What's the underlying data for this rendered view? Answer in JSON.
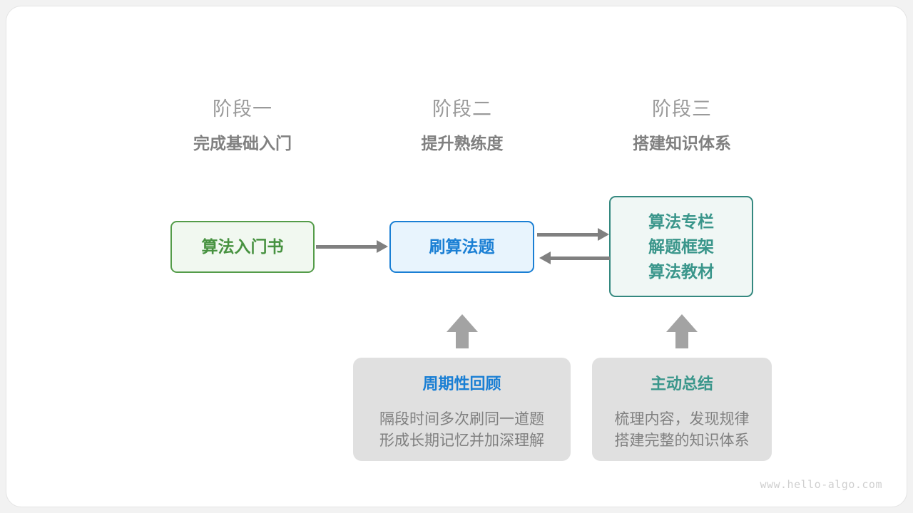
{
  "stages": [
    {
      "index": "阶段一",
      "title": "完成基础入门"
    },
    {
      "index": "阶段二",
      "title": "提升熟练度"
    },
    {
      "index": "阶段三",
      "title": "搭建知识体系"
    }
  ],
  "nodes": {
    "book": {
      "label": "算法入门书"
    },
    "practice": {
      "label": "刷算法题"
    },
    "resources": {
      "lines": [
        "算法专栏",
        "解题框架",
        "算法教材"
      ]
    }
  },
  "notes": [
    {
      "title": "周期性回顾",
      "line1": "隔段时间多次刷同一道题",
      "line2": "形成长期记忆并加深理解"
    },
    {
      "title": "主动总结",
      "line1": "梳理内容，发现规律",
      "line2": "搭建完整的知识体系"
    }
  ],
  "watermark": "www.hello-algo.com",
  "colors": {
    "green": "#479240",
    "green_border": "#549c49",
    "green_fill": "#f1f8f0",
    "blue": "#1a7fd4",
    "blue_fill": "#e8f4fd",
    "teal": "#3a968b",
    "teal_border": "#34887f",
    "teal_fill": "#f0f7f5",
    "arrow_gray": "#808080",
    "block_arrow_gray": "#a3a3a3",
    "card_gray": "#e0e0e0",
    "heading_gray": "#9a9a9a",
    "subheading_gray": "#808080",
    "watermark_gray": "#cfcfcf",
    "page_background": "#f2f2f2",
    "sheet_background": "#ffffff"
  }
}
